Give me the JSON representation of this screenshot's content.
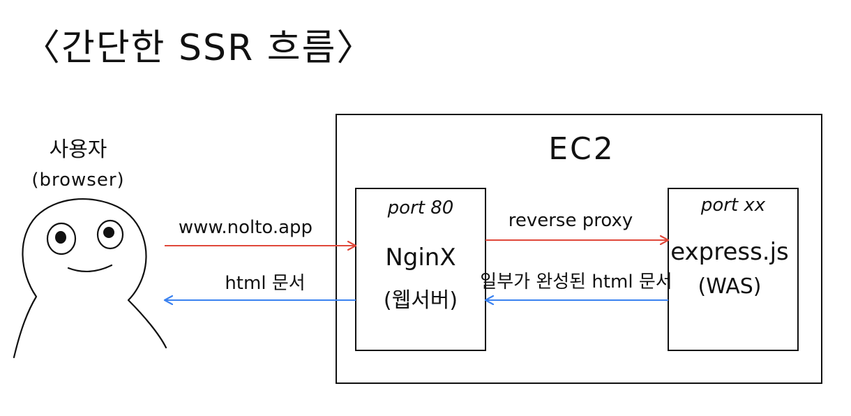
{
  "title": "〈간단한 SSR 흐름〉",
  "user": {
    "label": "사용자",
    "sublabel": "(browser)"
  },
  "ec2": {
    "label": "EC2"
  },
  "nginx": {
    "port": "port 80",
    "name": "NginX",
    "sub": "(웹서버)"
  },
  "was": {
    "port": "port xx",
    "name": "express.js",
    "sub": "(WAS)"
  },
  "arrows": {
    "request": "www.nolto.app",
    "response": "html 문서",
    "proxy": "reverse proxy",
    "partial": "일부가 완성된 html 문서"
  },
  "colors": {
    "request_arrow": "#e0483a",
    "response_arrow": "#3b82f0",
    "ink": "#111111"
  }
}
